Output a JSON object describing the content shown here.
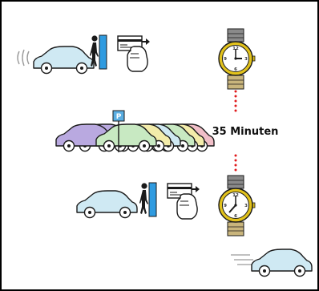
{
  "duration": {
    "text": "35 Minuten"
  },
  "parking_sign": {
    "letter": "P"
  },
  "clock_numerals": [
    "12",
    "3",
    "6",
    "9"
  ],
  "icons": {
    "arriving_car": "car-driving-in-icon",
    "person": "person-at-gate-icon",
    "ticket": "parking-ticket-icon",
    "watch": "wristwatch-icon",
    "parked_cars": "parked-cars-row-icon",
    "sign": "parking-sign-icon",
    "departing_car": "car-driving-away-icon"
  },
  "colors": {
    "car_blue": "#cfe9f3",
    "car_purple": "#b9a9e0",
    "car_green": "#c8e9c2",
    "car_yellow": "#f3ecaa",
    "car_pink": "#f1bfc8",
    "gate_blue": "#2f9be0",
    "sign_blue": "#5aaee2",
    "watch_gold": "#e2c21c",
    "watch_strap": "#c9b57c",
    "dotted_line": "#e0191b",
    "border": "#000000"
  }
}
